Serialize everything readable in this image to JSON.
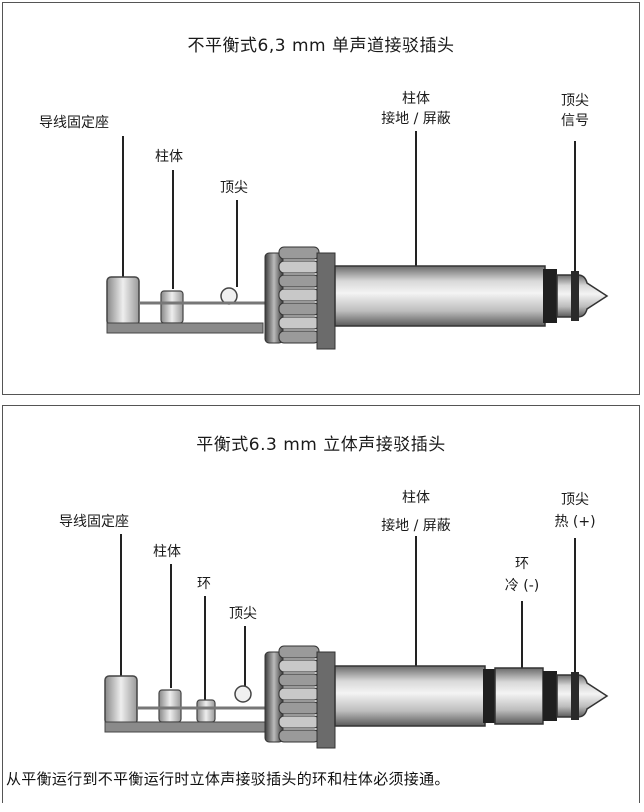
{
  "top_panel": {
    "title": "不平衡式6,3 mm 单声道接驳插头",
    "labels": {
      "cable_clamp": "导线固定座",
      "sleeve": "柱体",
      "tip": "顶尖",
      "sleeve_ground_line1": "柱体",
      "sleeve_ground_line2": "接地 / 屏蔽",
      "tip_signal_line1": "顶尖",
      "tip_signal_line2": "信号"
    }
  },
  "bottom_panel": {
    "title": "平衡式6.3 mm 立体声接驳插头",
    "labels": {
      "cable_clamp": "导线固定座",
      "sleeve": "柱体",
      "ring": "环",
      "tip": "顶尖",
      "sleeve_ground_line1": "柱体",
      "sleeve_ground_line2": "接地 / 屏蔽",
      "ring_cold_line1": "环",
      "ring_cold_line2": "冷 (-)",
      "tip_hot_line1": "顶尖",
      "tip_hot_line2": "热 (+)"
    }
  },
  "caption": "从平衡运行到不平衡运行时立体声接驳插头的环和柱体必须接通。",
  "colors": {
    "border": "#555555",
    "metal_dark": "#4a4a4a",
    "metal_light": "#e8e8e8",
    "leader": "#222222"
  }
}
